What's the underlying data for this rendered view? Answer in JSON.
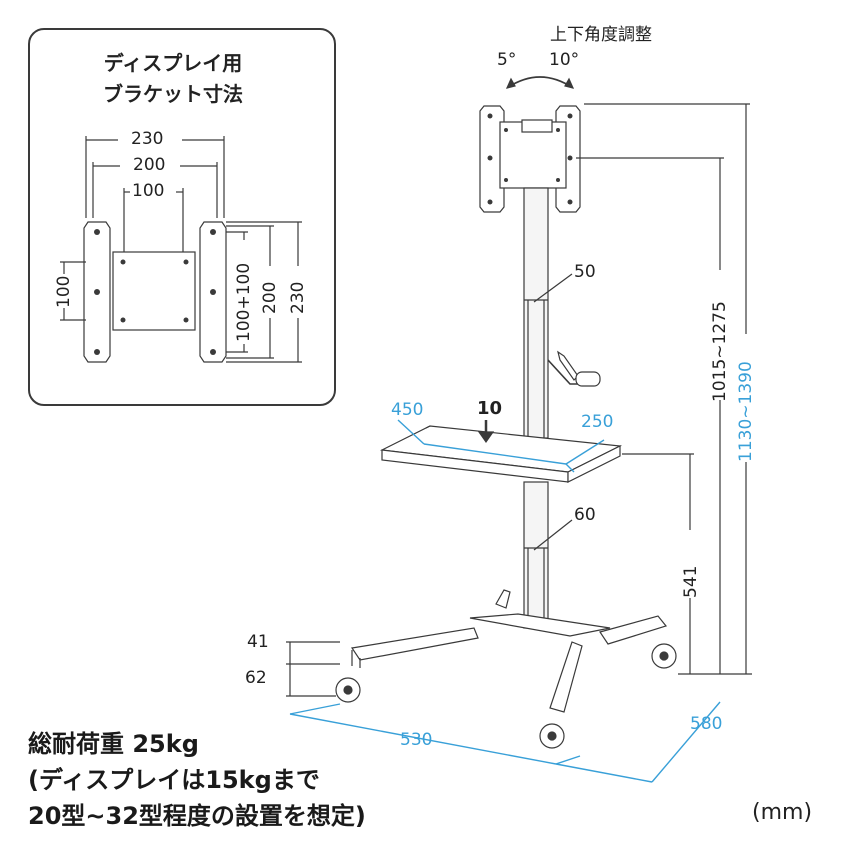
{
  "inset": {
    "title_line1": "ディスプレイ用",
    "title_line2": "ブラケット寸法",
    "dim_230_top": "230",
    "dim_200_top": "200",
    "dim_100_top": "100",
    "dim_100_left": "100",
    "dim_100_100": "100+100",
    "dim_200_right": "200",
    "dim_230_right": "230"
  },
  "main": {
    "tilt_label": "上下角度調整",
    "tilt_5": "5°",
    "tilt_10": "10°",
    "pole_upper": "50",
    "pole_lower": "60",
    "shelf_load": "10",
    "shelf_width": "450",
    "shelf_depth": "250",
    "height_range_1": "1015~1275",
    "height_range_2": "1130~1390",
    "shelf_height": "541",
    "caster_41": "41",
    "caster_62": "62",
    "base_530": "530",
    "base_580": "580",
    "unit": "(mm)"
  },
  "spec": {
    "line1": "総耐荷重 25kg",
    "line2": "(ディスプレイは15kgまで",
    "line3": "20型~32型程度の設置を想定)"
  },
  "colors": {
    "line": "#3a3a3a",
    "accent_blue": "#39a0d8",
    "pole_fill": "#f5f5f5"
  }
}
